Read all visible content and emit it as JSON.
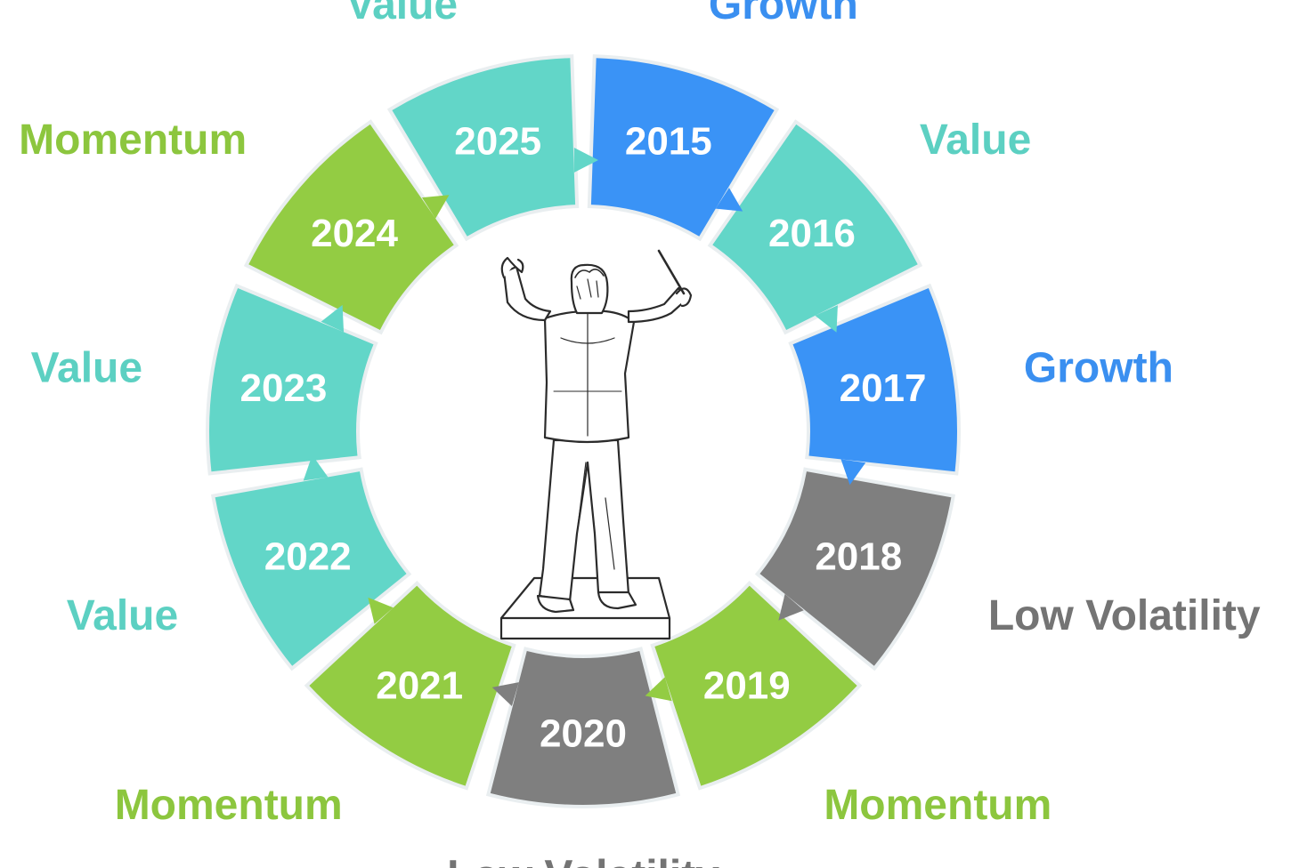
{
  "colors": {
    "Value": "#62d6c8",
    "Growth": "#3a93f6",
    "Momentum": "#93cc43",
    "Low Volatility": "#7f7f7f",
    "label_Value": "#5cd0c2",
    "label_Growth": "#3a8ff0",
    "label_Momentum": "#8cc63e",
    "label_Low Volatility": "#747474"
  },
  "cycle": [
    {
      "year": "2015",
      "factor": "Growth"
    },
    {
      "year": "2016",
      "factor": "Value"
    },
    {
      "year": "2017",
      "factor": "Growth"
    },
    {
      "year": "2018",
      "factor": "Low Volatility"
    },
    {
      "year": "2019",
      "factor": "Momentum"
    },
    {
      "year": "2020",
      "factor": "Low Volatility"
    },
    {
      "year": "2021",
      "factor": "Momentum"
    },
    {
      "year": "2022",
      "factor": "Value"
    },
    {
      "year": "2023",
      "factor": "Value"
    },
    {
      "year": "2024",
      "factor": "Momentum"
    },
    {
      "year": "2025",
      "factor": "Value"
    }
  ],
  "center_image": "orchestra-conductor-sketch"
}
